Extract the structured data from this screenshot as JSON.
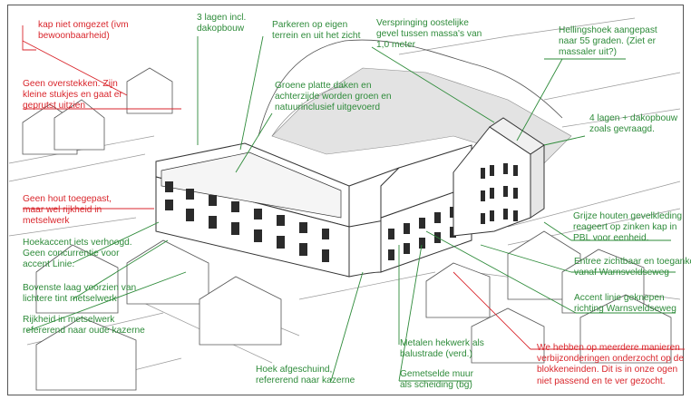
{
  "annotations": {
    "a_kap": "kap niet omgezet (ivm\nbewoonbaarheid)",
    "a_lagen3": "3 lagen incl.\ndakopbouw",
    "a_parkeren": "Parkeren op eigen\nterrein en uit het zicht",
    "a_verspringing": "Verspringing oostelijke\ngevel tussen massa's van\n1,0 meter",
    "a_hellingshoek": "Hellingshoek aangepast\nnaar 55 graden. (Ziet er\nmassaler uit?)",
    "a_overstekken": "Geen overstekken. Zijn\nkleine stukjes en gaat er\ngeprutst uitzien",
    "a_groene": "Groene platte daken en\nachterzijde worden groen en\nnatuurinclusief uitgevoerd",
    "a_lagen4": "4 lagen + dakopbouw\nzoals gevraagd.",
    "a_hout": "Geen hout toegepast,\nmaar wel rijkheid in\nmetselwerk",
    "a_grijze": "Grijze houten gevelkleding\nreageert op zinken kap in\nPBL voor eenheid.",
    "a_hoekaccent": "Hoekaccent iets verhoogd.\nGeen concurrentie voor\naccent Linie.",
    "a_entree": "Entree zichtbaar en toegankel\nvanaf Warnsveldseweg",
    "a_bovenste": "Bovenste laag voorzien van\nlichtere tint metselwerk",
    "a_accentlinie": "Accent linie geknepen\nrichting Warnsveldseweg",
    "a_rijkheid": "Rijkheid in metselwerk\nrefererend naar oude kazerne",
    "a_metalen": "Metalen hekwerk als\nbalustrade (verd.)",
    "a_meerdere": "We hebben op meerdere manieren\nverbijzonderingen onderzocht op de\nblokkeneinden. Dit is in onze ogen\nniet passend en te ver gezocht.",
    "a_hoek": "Hoek afgeschuind,\nrefererend naar kazerne",
    "a_gemetselde": "Gemetselde muur\nals scheiding (bg)"
  },
  "colors": {
    "green": "#2e8b3a",
    "red": "#d9262c",
    "line": "#3a3a3a",
    "shadow": "#cfcfcf"
  }
}
